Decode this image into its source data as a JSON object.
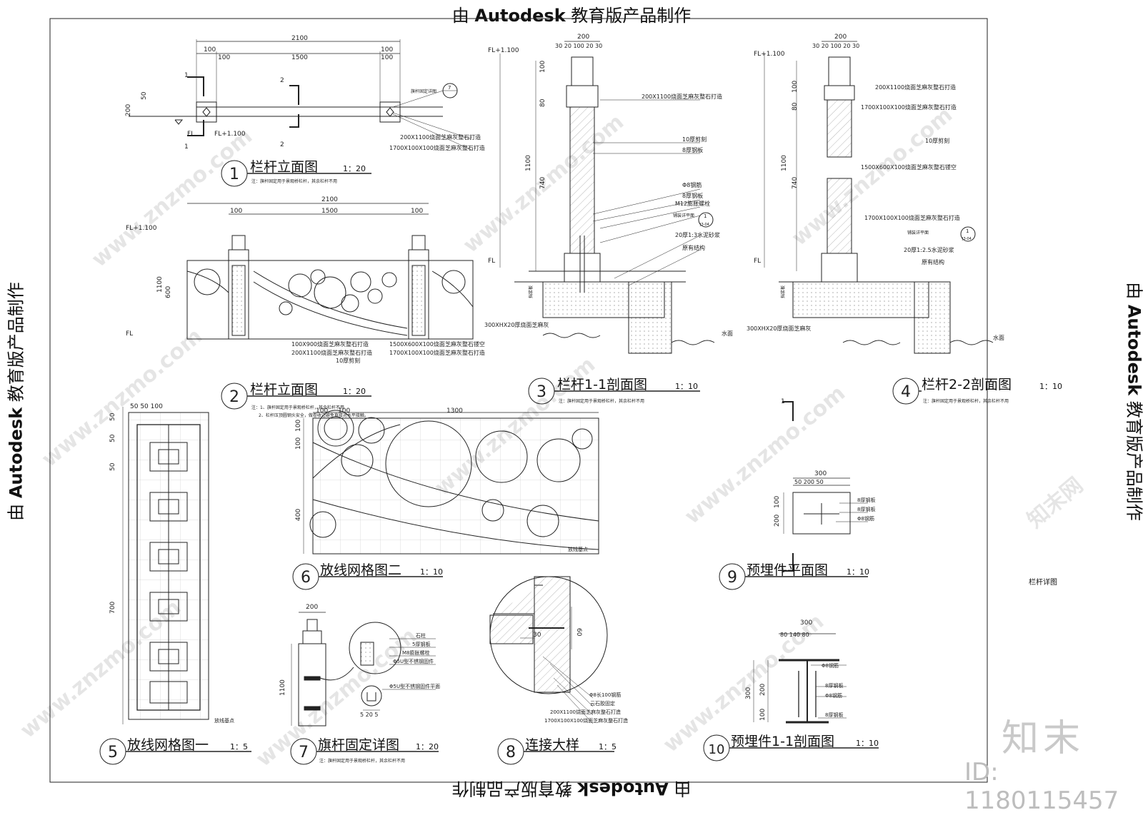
{
  "stamp": {
    "prefix": "由 ",
    "brand": "Autodesk",
    "suffix": " 教育版产品制作"
  },
  "watermark": {
    "site": "www.znzmo.com",
    "cn": "知末网"
  },
  "brand_mark": "知末",
  "id_label": "ID: 1180115457",
  "sheet_name": "栏杆详图",
  "views": [
    {
      "num": "1",
      "title": "栏杆立面图",
      "scale": "1：20",
      "note": "注：旗杆固定用于景观桥栏杆，其余栏杆不用"
    },
    {
      "num": "2",
      "title": "栏杆立面图",
      "scale": "1：20",
      "note": "注：1、旗杆固定用于景观桥栏杆，其余栏杆不用",
      "note2": "2、栏杆压顶圆钢头安全，做卷收边避免直接对水平接触。"
    },
    {
      "num": "3",
      "title": "栏杆1-1剖面图",
      "scale": "1：10",
      "note": "注：旗杆固定用于景观桥栏杆，其余栏杆不用"
    },
    {
      "num": "4",
      "title": "栏杆2-2剖面图",
      "scale": "1：10",
      "note": "注：旗杆固定用于景观桥栏杆，其余栏杆不用"
    },
    {
      "num": "5",
      "title": "放线网格图一",
      "scale": "1：5"
    },
    {
      "num": "6",
      "title": "放线网格图二",
      "scale": "1：10"
    },
    {
      "num": "7",
      "title": "旗杆固定详图",
      "scale": "1：20",
      "note": "注：旗杆固定用于景观桥栏杆，其余栏杆不用"
    },
    {
      "num": "8",
      "title": "连接大样",
      "scale": "1：5"
    },
    {
      "num": "9",
      "title": "预埋件平面图",
      "scale": "1：10"
    },
    {
      "num": "10",
      "title": "预埋件1-1剖面图",
      "scale": "1：10"
    }
  ],
  "labels": {
    "v1": {
      "d2100": "2100",
      "d100": "100",
      "d1500": "1500",
      "d200": "200",
      "d50": "50",
      "fl": "FL",
      "fl1100": "FL+1.100",
      "sec1": "1",
      "sec2": "2",
      "ref": "旗杆固定详图",
      "refnum": "7",
      "m1": "200X1100烧面芝麻灰整石打造",
      "m2": "1700X100X100烧面芝麻灰整石打造"
    },
    "v2": {
      "d2100": "2100",
      "d100": "100",
      "d1500": "1500",
      "d1100": "1100",
      "d600": "600",
      "fl": "FL",
      "fl1100": "FL+1.100",
      "m1": "100X900烧面芝麻灰整石打造",
      "m2": "200X1100烧面芝麻灰整石打造",
      "m3": "10厚剪刻",
      "m4": "1500X600X100烧面芝麻灰整石镂空",
      "m5": "1700X100X100烧面芝麻灰整石打造"
    },
    "v3": {
      "d200": "200",
      "dtop": "30 20 100 20 30",
      "fl1100": "FL+1.100",
      "fl": "FL",
      "d100": "100",
      "d80": "80",
      "d1100": "1100",
      "d740": "740",
      "m1": "200X1100烧面芝麻灰整石打造",
      "m2": "10厚剪刻",
      "m3": "8厚钢板",
      "m4": "Φ8钢筋",
      "m5": "8厚钢板",
      "m6": "M12膨胀螺栓",
      "m7": "铺装详平面",
      "m8": "20厚1:3水泥砂浆",
      "m9": "原有结构",
      "m10": "300XHX20厚烧面芝麻灰",
      "m11": "水面",
      "m12": "挡浆板",
      "ref": "1",
      "refsub": "J3-04"
    },
    "v4": {
      "d200": "200",
      "dtop": "30 20 100 20 30",
      "fl1100": "FL+1.100",
      "fl": "FL",
      "d100": "100",
      "d80": "80",
      "d1100": "1100",
      "d740": "740",
      "m1": "200X1100烧面芝麻灰整石打造",
      "m2": "1700X100X100烧面芝麻灰整石打造",
      "m3": "10厚剪刻",
      "m4": "1500X600X100烧面芝麻灰整石镂空",
      "m5": "1700X100X100烧面芝麻灰整石打造",
      "m6": "铺装详平面",
      "m7": "20厚1:2.5水泥砂浆",
      "m8": "原有结构",
      "m9": "300XHX20厚烧面芝麻灰",
      "m10": "水面",
      "m11": "挡浆板",
      "ref": "1",
      "refsub": "J3-04"
    },
    "v5": {
      "dtop": "50 50 100",
      "d50": "50",
      "d700": "700",
      "base": "放线基点"
    },
    "v6": {
      "d100": "100",
      "d1300": "1300",
      "d400": "400",
      "base": "放线基点"
    },
    "v7": {
      "d200": "200",
      "d1100": "1100",
      "dbot": "5 20 5",
      "m1": "石柱",
      "m2": "5厚钢板",
      "m3": "M8膨胀螺栓",
      "m4": "Φ5U型不锈钢固件",
      "m5": "Φ5U型不锈钢固件平面"
    },
    "v8": {
      "d60": "60",
      "d30": "30",
      "m1": "Φ8长100钢筋",
      "m2": "云石胶固定",
      "m3": "200X1100烧面芝麻灰整石打造",
      "m4": "1700X100X100烧面芝麻灰整石打造"
    },
    "v9": {
      "d300": "300",
      "dsub": "50 200 50",
      "d100": "100",
      "d200": "200",
      "sec": "1",
      "m1": "8厚钢板",
      "m2": "8厚钢板",
      "m3": "Φ8钢筋"
    },
    "v10": {
      "d300": "300",
      "dsub": "80 140 80",
      "d200": "200",
      "d100": "100",
      "m1": "Φ8钢筋",
      "m2": "8厚钢板",
      "m3": "Φ8钢筋",
      "m4": "8厚钢板"
    }
  }
}
